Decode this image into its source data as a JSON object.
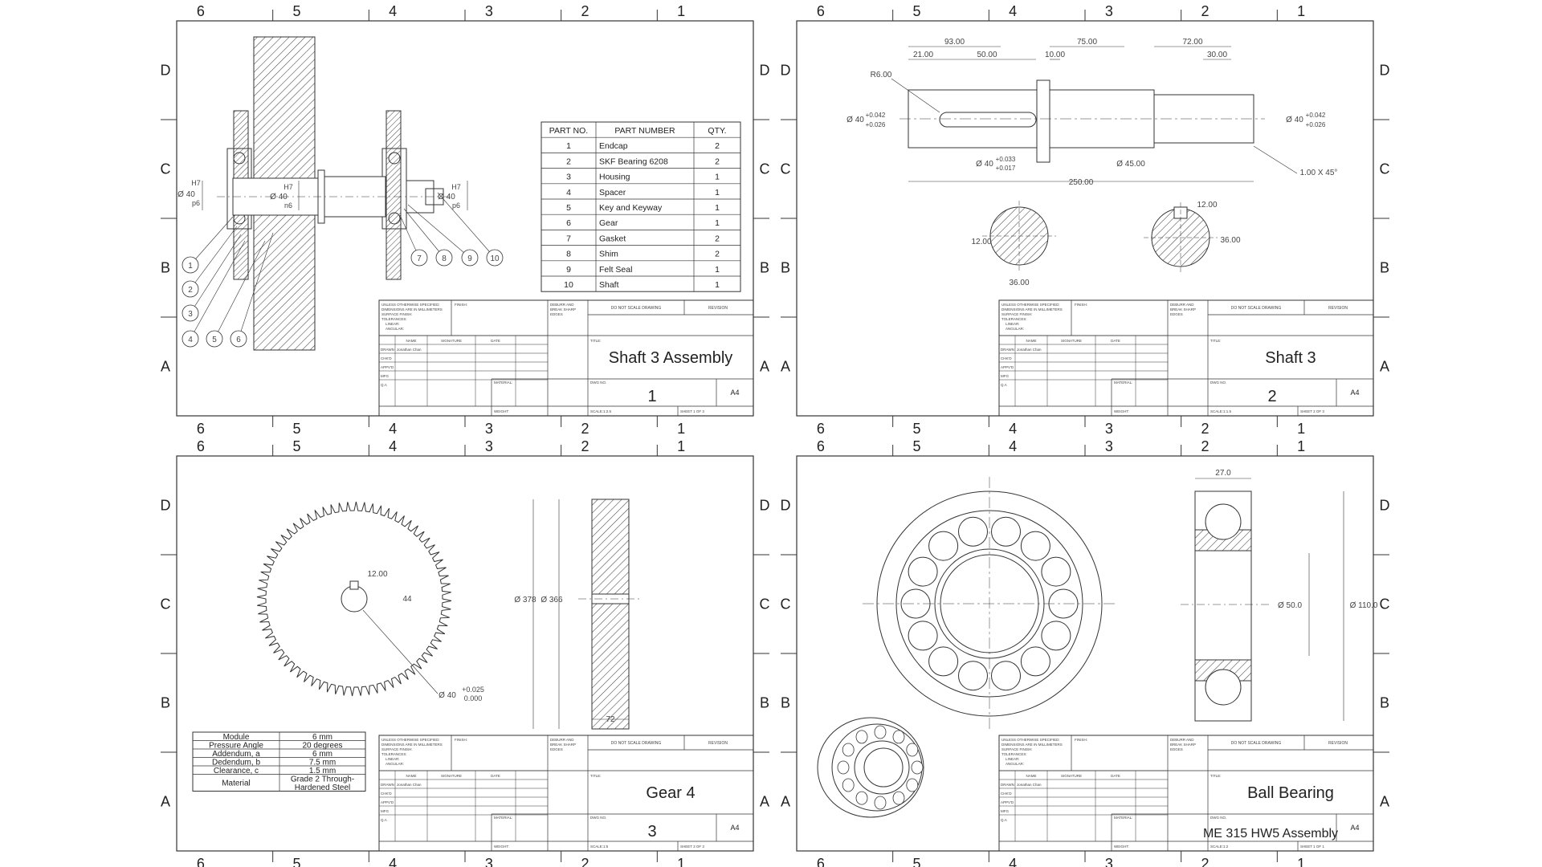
{
  "border": {
    "cols_top": [
      "6",
      "5",
      "4",
      "3",
      "2",
      "1"
    ],
    "rows": [
      "D",
      "C",
      "B",
      "A"
    ]
  },
  "titleblock": {
    "unless": "UNLESS OTHERWISE SPECIFIED:",
    "dims": "DIMENSIONS ARE IN MILLIMETERS",
    "surface": "SURFACE FINISH:",
    "tol": "TOLERANCES:",
    "linear": "LINEAR:",
    "angular": "ANGULAR:",
    "finish": "FINISH:",
    "deburr1": "DEBURR AND",
    "deburr2": "BREAK SHARP",
    "deburr3": "EDGES",
    "noscale": "DO NOT SCALE DRAWING",
    "revision": "REVISION",
    "name": "NAME",
    "signature": "SIGNATURE",
    "date": "DATE",
    "title_lbl": "TITLE:",
    "drawn": "DRAWN",
    "drawn_name": "Jonathan Chan",
    "chkd": "CHK'D",
    "appvd": "APPV'D",
    "mfg": "MFG",
    "qa": "Q.A",
    "material": "MATERIAL:",
    "dwgno": "DWG NO.",
    "weight": "WEIGHT:",
    "size": "A4"
  },
  "sheets": [
    {
      "title": "Shaft 3 Assembly",
      "dwg": "1",
      "scale": "SCALE:1:2.5",
      "sheet": "SHEET 1 OF 3"
    },
    {
      "title": "Shaft 3",
      "dwg": "2",
      "scale": "SCALE:1:1.5",
      "sheet": "SHEET 2 OF 3"
    },
    {
      "title": "Gear 4",
      "dwg": "3",
      "scale": "SCALE:1:5",
      "sheet": "SHEET 3 OF 3"
    },
    {
      "title": "Ball Bearing",
      "dwg": "ME 315 HW5 Assembly",
      "scale": "SCALE:1:2",
      "sheet": "SHEET 1 OF 1"
    }
  ],
  "bom": {
    "headers": [
      "PART NO.",
      "PART NUMBER",
      "QTY."
    ],
    "rows": [
      [
        "1",
        "Endcap",
        "2"
      ],
      [
        "2",
        "SKF Bearing 6208",
        "2"
      ],
      [
        "3",
        "Housing",
        "1"
      ],
      [
        "4",
        "Spacer",
        "1"
      ],
      [
        "5",
        "Key and Keyway",
        "1"
      ],
      [
        "6",
        "Gear",
        "1"
      ],
      [
        "7",
        "Gasket",
        "2"
      ],
      [
        "8",
        "Shim",
        "2"
      ],
      [
        "9",
        "Felt Seal",
        "1"
      ],
      [
        "10",
        "Shaft",
        "1"
      ]
    ]
  },
  "assembly": {
    "balloons": [
      "1",
      "2",
      "3",
      "4",
      "5",
      "6",
      "7",
      "8",
      "9",
      "10"
    ],
    "dim_d40": "Ø 40",
    "fit_h7": "H7",
    "fit_p6": "p6",
    "fit_n6": "n6"
  },
  "shaft": {
    "dims_top": [
      "93.00",
      "21.00",
      "50.00",
      "75.00",
      "10.00",
      "72.00",
      "30.00"
    ],
    "r6": "R6.00",
    "d40": "Ø 40",
    "tol_u42": "+0.042",
    "tol_l26": "+0.026",
    "tol_u33": "+0.033",
    "tol_l17": "+0.017",
    "d45": "Ø 45.00",
    "chamfer": "1.00 X 45°",
    "len": "250.00",
    "sec_12a": "12.00",
    "sec_36a": "36.00",
    "sec_12b": "12.00",
    "sec_36b": "36.00"
  },
  "gear": {
    "key_w": "12.00",
    "key_h": "44",
    "bore": "Ø 40",
    "bore_u": "+0.025",
    "bore_l": "0.000",
    "od": "Ø 378",
    "pd": "Ø 366",
    "face": "72",
    "spec": [
      [
        "Module",
        "6 mm"
      ],
      [
        "Pressure Angle",
        "20 degrees"
      ],
      [
        "Addendum, a",
        "6 mm"
      ],
      [
        "Dedendum, b",
        "7.5 mm"
      ],
      [
        "Clearance, c",
        "1.5 mm"
      ],
      [
        "Material",
        "Grade 2 Through-"
      ]
    ],
    "spec_mat2": "Hardened Steel"
  },
  "bearing": {
    "width": "27.0",
    "bore": "Ø 50.0",
    "od": "Ø 110.0"
  }
}
